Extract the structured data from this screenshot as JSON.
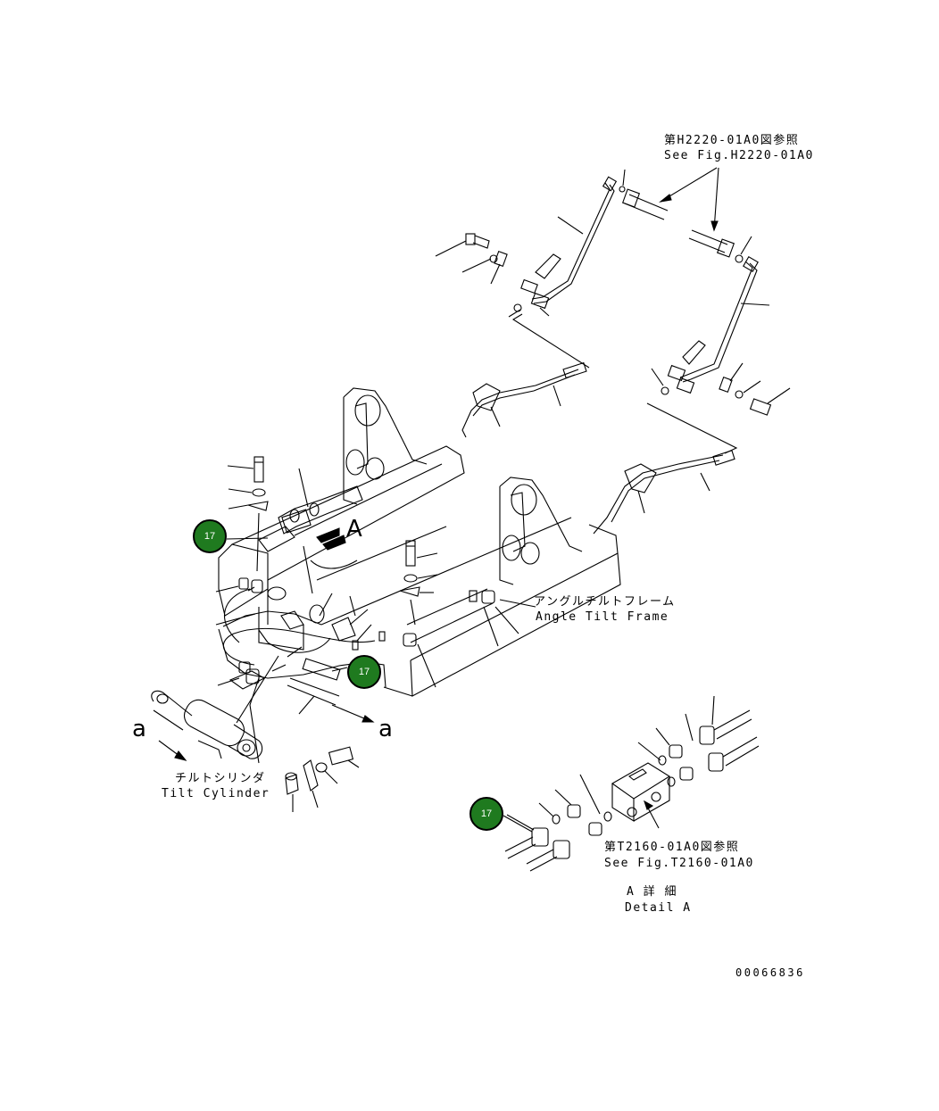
{
  "labels": {
    "ref_h2220_jp": "第H2220-01A0図参照",
    "ref_h2220_en": "See Fig.H2220-01A0",
    "angle_tilt_jp": "アングルチルトフレーム",
    "angle_tilt_en": "Angle Tilt Frame",
    "tilt_cyl_jp": "チルトシリンダ",
    "tilt_cyl_en": "Tilt Cylinder",
    "ref_t2160_jp": "第T2160-01A0図参照",
    "ref_t2160_en": "See Fig.T2160-01A0",
    "detail_jp": "A 詳 細",
    "detail_en": "Detail A",
    "view_a": "A",
    "section_a_left": "a",
    "section_a_right": "a",
    "drawing_number": "00066836"
  },
  "callouts": [
    {
      "number": "17"
    },
    {
      "number": "17"
    },
    {
      "number": "17"
    }
  ],
  "colors": {
    "callout_fill": "#1f7a1f",
    "line": "#000000",
    "background": "#ffffff"
  }
}
